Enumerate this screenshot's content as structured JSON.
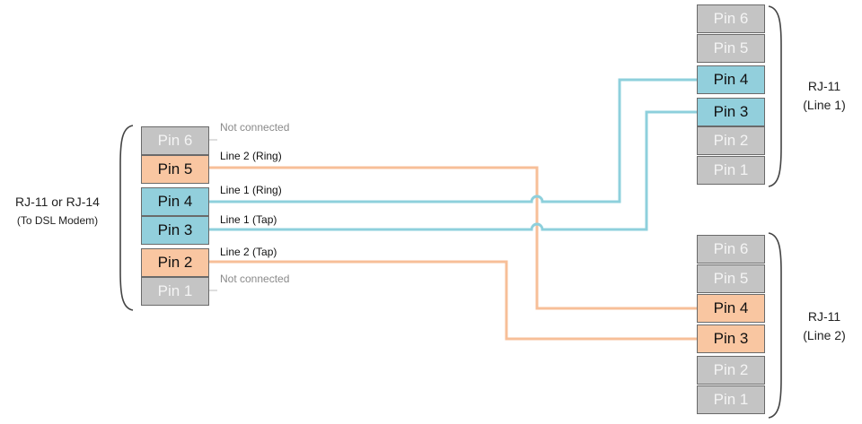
{
  "left_connector": {
    "label_line1": "RJ-11 or RJ-14",
    "label_line2": "(To DSL Modem)",
    "pins": [
      "Pin 6",
      "Pin 5",
      "Pin 4",
      "Pin 3",
      "Pin 2",
      "Pin 1"
    ],
    "wire_labels": {
      "pin6": "Not connected",
      "pin5": "Line 2 (Ring)",
      "pin4": "Line 1 (Ring)",
      "pin3": "Line 1 (Tap)",
      "pin2": "Line 2 (Tap)",
      "pin1": "Not connected"
    }
  },
  "right_top_connector": {
    "label_line1": "RJ-11",
    "label_line2": "(Line 1)",
    "pins": [
      "Pin 6",
      "Pin 5",
      "Pin 4",
      "Pin 3",
      "Pin 2",
      "Pin 1"
    ]
  },
  "right_bottom_connector": {
    "label_line1": "RJ-11",
    "label_line2": "(Line 2)",
    "pins": [
      "Pin 6",
      "Pin 5",
      "Pin 4",
      "Pin 3",
      "Pin 2",
      "Pin 1"
    ]
  },
  "colors": {
    "line1_wire": "#8ed0dc",
    "line2_wire": "#f7bf98",
    "pin_gray": "#c4c4c4",
    "pin_orange": "#f9c6a1",
    "pin_blue": "#92cfdc"
  }
}
